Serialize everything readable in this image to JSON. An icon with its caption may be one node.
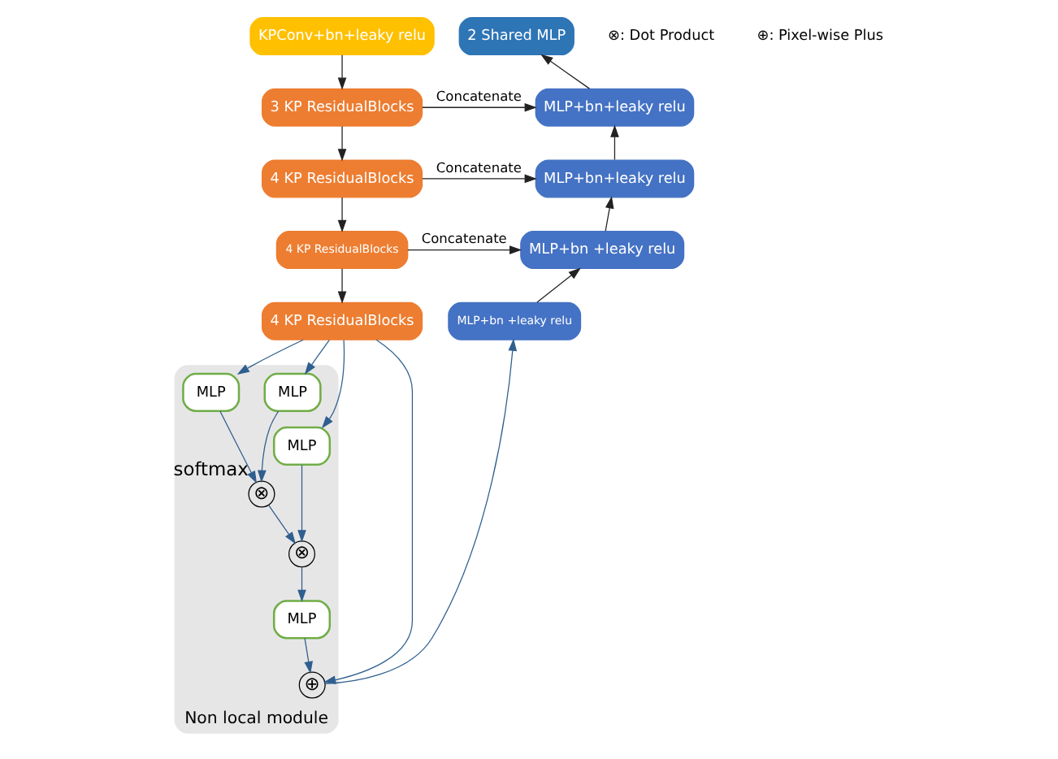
{
  "diagram": {
    "nodes": [
      {
        "text": [
          "KPConv+bn+leaky relu"
        ]
      },
      {
        "text": [
          "3 KP ResidualBlocks"
        ]
      },
      {
        "text": [
          "4 KP ResidualBlocks"
        ]
      },
      {
        "text": [
          "4 KP ResidualBlocks"
        ]
      },
      {
        "text": [
          "4 KP ResidualBlocks"
        ]
      },
      {
        "text": [
          "Non local module"
        ]
      },
      {
        "text": [
          "MLP"
        ],
        "in": 5
      },
      {
        "text": [
          "MLP"
        ],
        "in": 5
      },
      {
        "text": [
          "MLP"
        ],
        "in": 5
      },
      {
        "text": [
          "⊗"
        ],
        "beside": [
          "softmax"
        ],
        "in": 5
      },
      {
        "text": [
          "⊗"
        ],
        "in": 5
      },
      {
        "text": [
          "MLP"
        ],
        "in": 5
      },
      {
        "text": [
          "⊕"
        ],
        "in": 5
      },
      {
        "text": [
          "MLP+bn +leaky relu"
        ]
      },
      {
        "text": [
          "MLP+bn +leaky relu"
        ]
      },
      {
        "text": [
          "MLP+bn+leaky relu"
        ]
      },
      {
        "text": [
          "MLP+bn+leaky relu"
        ]
      },
      {
        "text": [
          "2 Shared MLP"
        ]
      }
    ],
    "edges": [
      {
        "from": 0,
        "to": 1,
        "arrow": "to"
      },
      {
        "from": 1,
        "to": 2,
        "arrow": "to"
      },
      {
        "from": 2,
        "to": 3,
        "arrow": "to"
      },
      {
        "from": 3,
        "to": 4,
        "arrow": "to"
      },
      {
        "from": 1,
        "to": 16,
        "arrow": "to",
        "label": "Concatenate"
      },
      {
        "from": 2,
        "to": 15,
        "arrow": "to",
        "label": "Concatenate"
      },
      {
        "from": 3,
        "to": 14,
        "arrow": "to",
        "label": "Concatenate"
      },
      {
        "from": 4,
        "to": 6,
        "arrow": "to",
        "color": "#2f5f8f"
      },
      {
        "from": 4,
        "to": 7,
        "arrow": "to",
        "color": "#2f5f8f"
      },
      {
        "from": 4,
        "to": 8,
        "arrow": "to",
        "color": "#2f5f8f"
      },
      {
        "from": 4,
        "to": 12,
        "arrow": "to",
        "color": "#2f5f8f"
      },
      {
        "from": 6,
        "to": 9,
        "arrow": "to",
        "color": "#2f5f8f"
      },
      {
        "from": 7,
        "to": 9,
        "arrow": "to",
        "color": "#2f5f8f"
      },
      {
        "from": 9,
        "to": 10,
        "arrow": "to",
        "color": "#2f5f8f"
      },
      {
        "from": 8,
        "to": 10,
        "arrow": "to",
        "color": "#2f5f8f"
      },
      {
        "from": 10,
        "to": 11,
        "arrow": "to",
        "color": "#2f5f8f"
      },
      {
        "from": 11,
        "to": 12,
        "arrow": "to",
        "color": "#2f5f8f"
      },
      {
        "from": 12,
        "to": 13,
        "arrow": "to",
        "color": "#2f5f8f"
      },
      {
        "from": 13,
        "to": 14,
        "arrow": "to"
      },
      {
        "from": 14,
        "to": 15,
        "arrow": "to"
      },
      {
        "from": 15,
        "to": 16,
        "arrow": "to"
      },
      {
        "from": 16,
        "to": 17,
        "arrow": "to"
      }
    ],
    "labels": [
      "⊗: Dot Product",
      "⊕: Pixel-wise Plus"
    ]
  }
}
